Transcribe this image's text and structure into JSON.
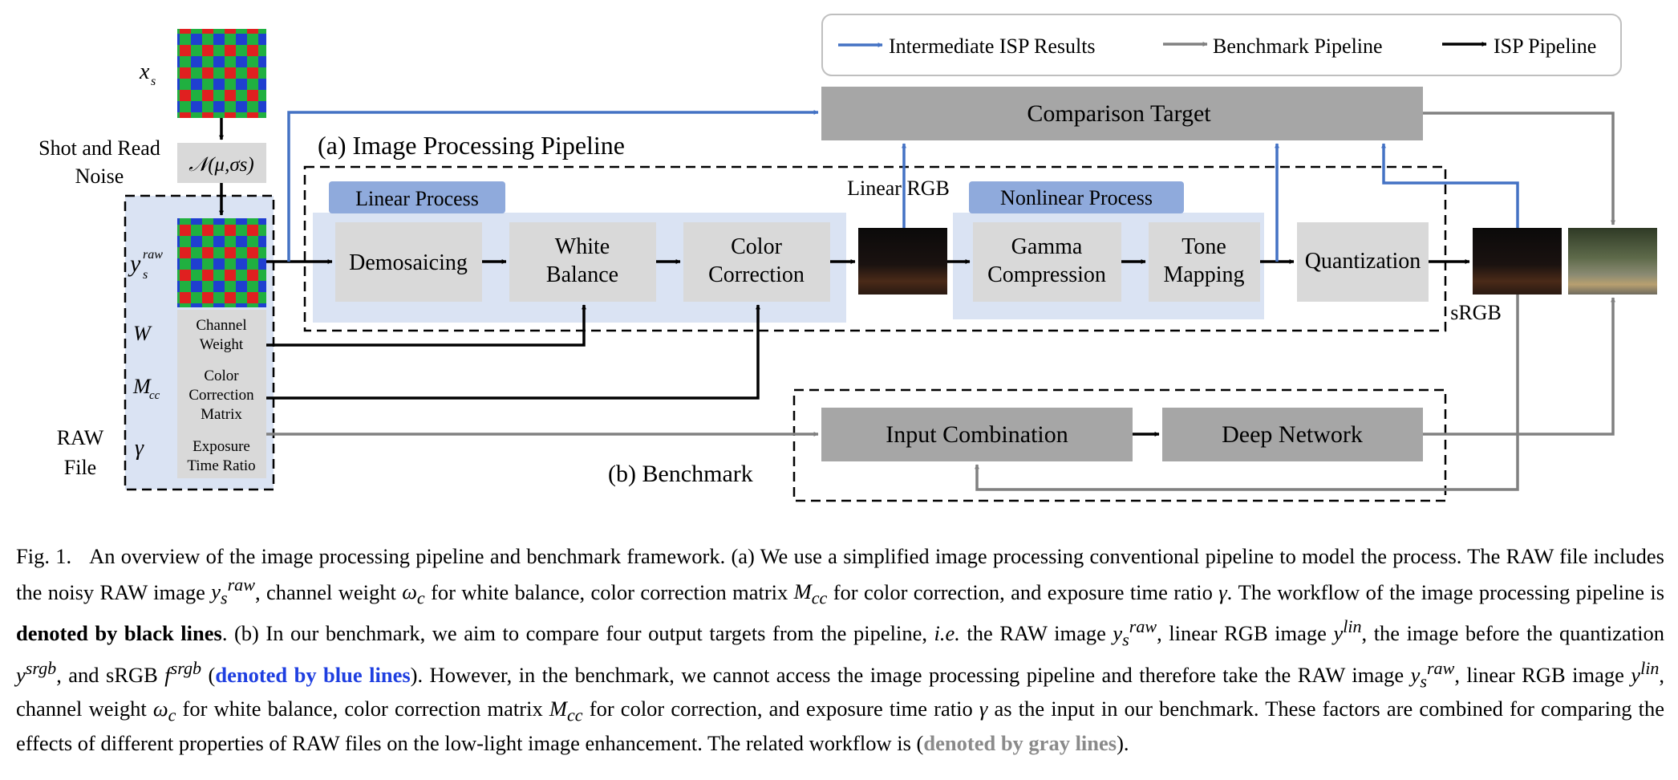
{
  "figure": {
    "labels": {
      "xs": "x",
      "xs_sub": "s",
      "noise_title": [
        "Shot and Read",
        "Noise"
      ],
      "noise_formula": "𝒩(μ,σs)",
      "y_raw": "y",
      "y_raw_sub": "s",
      "y_raw_sup": "raw",
      "W": "W",
      "Mcc": "M",
      "Mcc_sub": "cc",
      "gamma": "γ",
      "raw_file": [
        "RAW",
        "File"
      ],
      "channel_weight": [
        "Channel",
        "Weight"
      ],
      "color_correction_matrix": [
        "Color",
        "Correction",
        "Matrix"
      ],
      "exposure_time_ratio": [
        "Exposure",
        "Time Ratio"
      ],
      "section_a": "(a) Image Processing Pipeline",
      "section_b": "(b) Benchmark",
      "linear_process": "Linear Process",
      "nonlinear_process": "Nonlinear Process",
      "demosaicing": "Demosaicing",
      "white_balance": [
        "White",
        "Balance"
      ],
      "color_correction": [
        "Color",
        "Correction"
      ],
      "gamma_compression": [
        "Gamma",
        "Compression"
      ],
      "tone_mapping": [
        "Tone",
        "Mapping"
      ],
      "quantization": "Quantization",
      "linear_rgb": "Linear RGB",
      "srgb": "sRGB",
      "comparison_target": "Comparison Target",
      "input_combination": "Input Combination",
      "deep_network": "Deep Network"
    },
    "legend": [
      {
        "label": "Intermediate ISP Results",
        "color": "#4472c4"
      },
      {
        "label": "Benchmark Pipeline",
        "color": "#808080"
      },
      {
        "label": "ISP Pipeline",
        "color": "#000000"
      }
    ],
    "colors": {
      "black_line": "#000000",
      "blue_line": "#4472c4",
      "gray_line": "#808080",
      "light_box": "#d9d9d9",
      "dark_box": "#a6a6a6",
      "process_bg": "#dae3f3",
      "process_tab": "#8faadc",
      "bayer_red": "#e02020",
      "bayer_green": "#20b040",
      "bayer_blue": "#1f3fd0"
    }
  },
  "caption": {
    "label": "Fig. 1.",
    "p1": "An overview of the image processing pipeline and benchmark framework. (a) We use a simplified image processing conventional pipeline to model the process. The RAW file includes the noisy RAW image ",
    "p2": ", channel weight ",
    "p3": " for white balance, color correction matrix ",
    "p4": " for color correction, and exposure time ratio ",
    "p5": ". The workflow of the image processing pipeline is ",
    "bold_black": "denoted by black lines",
    "p6": ". (b) In our benchmark, we aim to compare four output targets from the pipeline, ",
    "ie": "i.e.",
    "p7": " the RAW image ",
    "p8": ", linear RGB image ",
    "p9": ", the image before the quantization ",
    "p10": ", and sRGB ",
    "p11": " (",
    "bold_blue": "denoted by blue lines",
    "p12": "). However, in the benchmark, we cannot access the image processing pipeline and therefore take the RAW image ",
    "p13": ", linear RGB image ",
    "p14": ", channel weight ",
    "p15": " for white balance, color correction matrix ",
    "p16": " for color correction, and exposure time ratio ",
    "p17": " as the input in our benchmark. These factors are combined for comparing the effects of different properties of RAW files on the low-light image enhancement. The related workflow is (",
    "bold_gray": "denoted by gray lines",
    "p18": ").",
    "m_y": "y",
    "m_raw": "raw",
    "m_s": "s",
    "m_omega": "ω",
    "m_c": "c",
    "m_M": "M",
    "m_cc": "cc",
    "m_gamma": "γ",
    "m_lin": "lin",
    "m_srgb": "srgb",
    "m_f": "f"
  }
}
